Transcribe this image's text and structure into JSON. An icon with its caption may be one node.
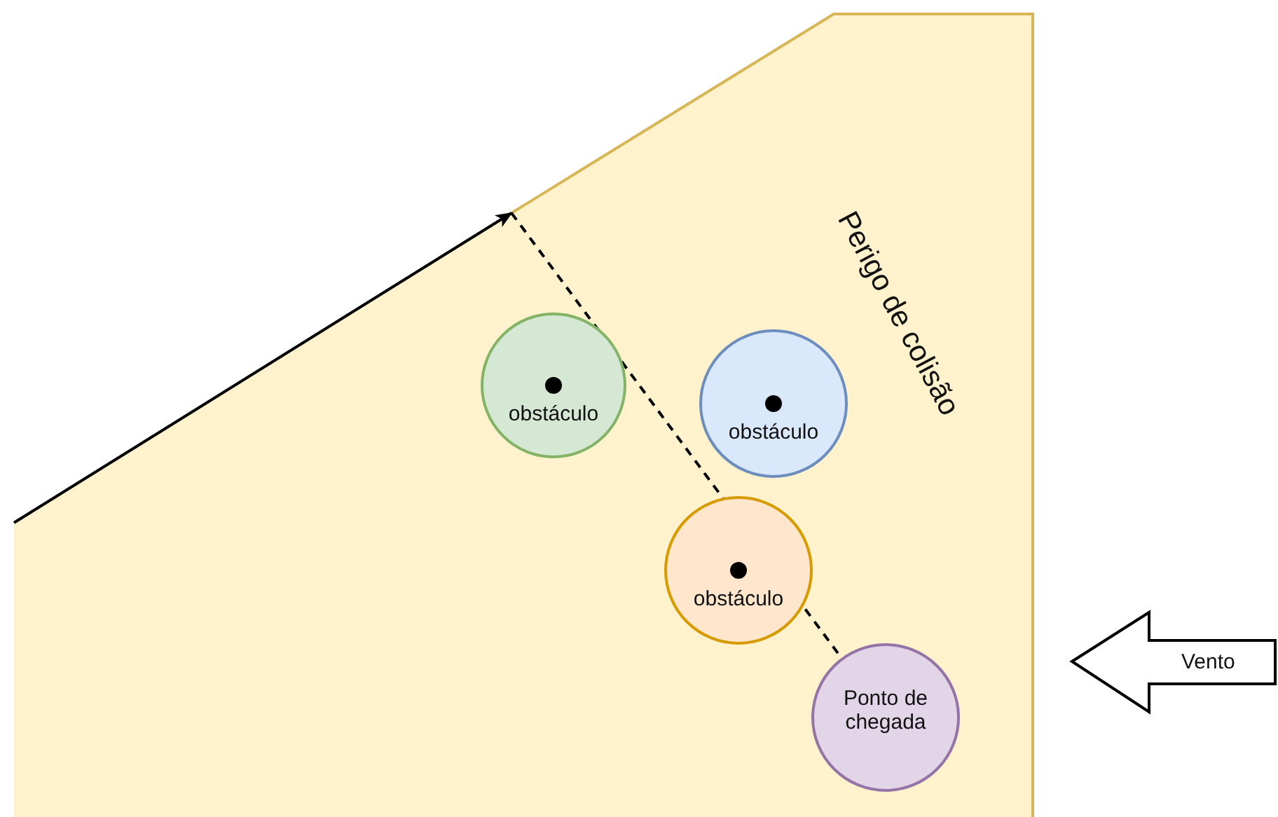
{
  "diagram": {
    "nodes": [
      {
        "text": [
          "Perigo de colisão"
        ]
      },
      {
        "text": [
          "obstáculo"
        ],
        "in": 0
      },
      {
        "text": [
          "obstáculo"
        ],
        "in": 0
      },
      {
        "text": [
          "obstáculo"
        ],
        "in": 0
      },
      {
        "text": [
          "Ponto de chegada"
        ],
        "in": 0
      },
      {
        "text": [
          "Vento"
        ]
      }
    ],
    "edges": [
      {
        "from": null,
        "to": 0,
        "arrow": "to"
      },
      {
        "from": null,
        "to": 4,
        "arrow": "none",
        "style": "dashed"
      }
    ]
  }
}
